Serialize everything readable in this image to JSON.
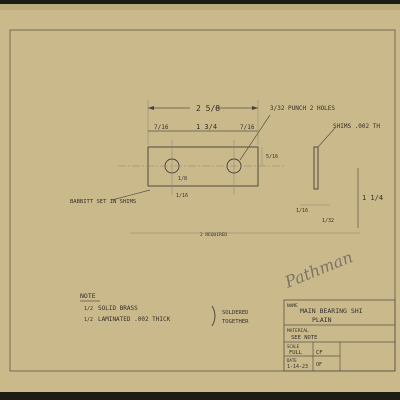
{
  "dims": {
    "overall_width": "2 5/8",
    "left_offset": "7/16",
    "center_span": "1 3/4",
    "right_offset": "7/16",
    "punch_note": "3/32 PUNCH 2 HOLES",
    "shims_note": "SHIMS .002 TH",
    "babbitt_note": "BABBITT SET IN SHIMS",
    "height_small": "5/16",
    "height_a": "1/8",
    "height_b": "1/16",
    "height_right": "1 1/4",
    "width_a": "1/16",
    "width_b": "1/32",
    "quantity_note": "2 REQUIRED"
  },
  "note": {
    "heading": "NOTE",
    "line1_frac": "1/2",
    "line1": "SOLID BRASS",
    "line2_frac": "1/2",
    "line2": "LAMINATED .002 THICK",
    "join_1": "SOLDERED",
    "join_2": "TOGETHER"
  },
  "signature": "Pathman",
  "title_block": {
    "name_label": "NAME",
    "name_value_1": "MAIN BEARING SHI",
    "name_value_2": "PLAIN",
    "material_label": "MATERIAL",
    "material_value": "SEE NOTE",
    "scale_label": "SCALE",
    "scale_value": "FULL",
    "date_label": "DATE",
    "date_value": "1-14-23",
    "col2_a": "CF",
    "col2_b": "OF"
  },
  "colors": {
    "paper": "#c9b98b",
    "ink": "#35312a",
    "frame": "#1d1b16"
  }
}
